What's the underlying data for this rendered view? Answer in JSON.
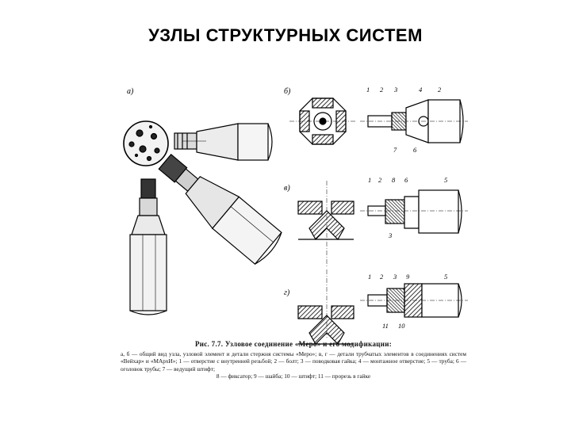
{
  "title": "УЗЛЫ СТРУКТУРНЫХ СИСТЕМ",
  "figure": {
    "panels": {
      "a": "а)",
      "b": "б)",
      "v": "в)",
      "g": "г)"
    },
    "callouts_b": [
      "1",
      "2",
      "3",
      "4",
      "2",
      "7",
      "6"
    ],
    "callouts_v": [
      "1",
      "2",
      "8",
      "6",
      "5",
      "3"
    ],
    "callouts_g": [
      "1",
      "2",
      "3",
      "9",
      "5",
      "11",
      "10"
    ]
  },
  "caption": {
    "title": "Рис. 7.7. Узловое соединение «Меро» и его модификации:",
    "body": "а, б — общий вид узла, узловой элемент и детали стержня системы «Меро»; в, г — детали трубчатых элементов в соединениях систем «Вейхар» и «МАрхИ»; 1 — отверстие с внутренней резьбой; 2 — болт; 3 — поводковая гайка; 4 — монтажное отверстие; 5 — труба; 6 — оголовок трубы; 7 — ведущий штифт;",
    "last": "8 — фиксатор; 9 — шайба; 10 — штифт; 11 — прорезь в гайке"
  }
}
